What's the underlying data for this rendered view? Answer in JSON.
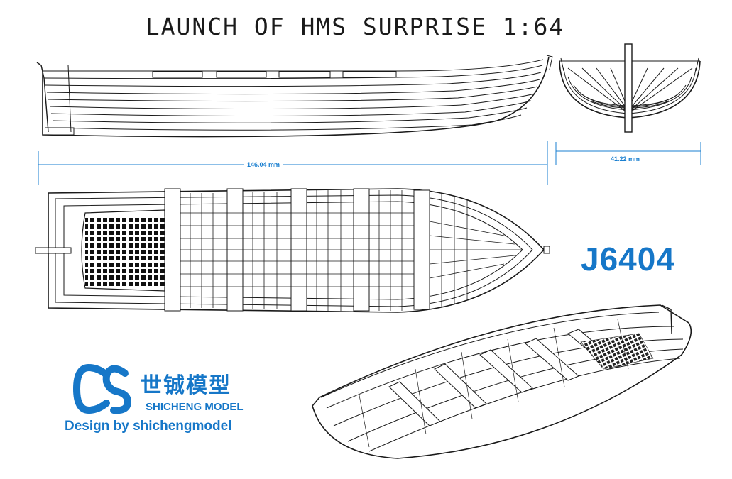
{
  "title": "LAUNCH OF HMS SURPRISE 1:64",
  "dimensions": {
    "length_label": "146.04 mm",
    "beam_label": "41.22 mm"
  },
  "product_code": "J6404",
  "brand": {
    "logo_letters": "CS",
    "chinese_name": "世铖模型",
    "english_name": "SHICHENG MODEL",
    "tagline": "Design by shichengmodel"
  },
  "colors": {
    "accent_blue": "#1677c8",
    "dimension_blue": "#1a7fd0",
    "line_black": "#1a1a1a"
  },
  "views": [
    "side-profile",
    "front-section",
    "top-plan",
    "perspective"
  ]
}
